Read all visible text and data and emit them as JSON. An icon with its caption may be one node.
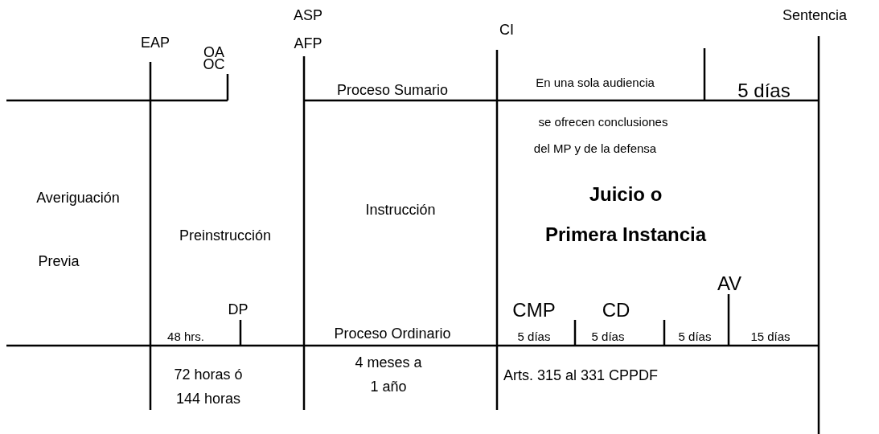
{
  "diagram": {
    "labels": [
      "ASP",
      "CI",
      "Sentencia",
      "EAP",
      "OA",
      "OC",
      "AFP",
      "Proceso Sumario",
      "En una sola audiencia",
      "5 días",
      "se ofrecen conclusiones",
      "del MP y de la defensa",
      "Averiguación",
      "Instrucción",
      "Juicio o",
      "Preinstrucción",
      "Primera Instancia",
      "Previa",
      "AV",
      "DP",
      "CMP",
      "CD",
      "48 hrs.",
      "Proceso Ordinario",
      "5 días",
      "5 días",
      "5 días",
      "15 días",
      "72 horas ó 144 horas",
      "4 meses a 1 año",
      "Arts. 315 al 331 CPPDF"
    ]
  }
}
